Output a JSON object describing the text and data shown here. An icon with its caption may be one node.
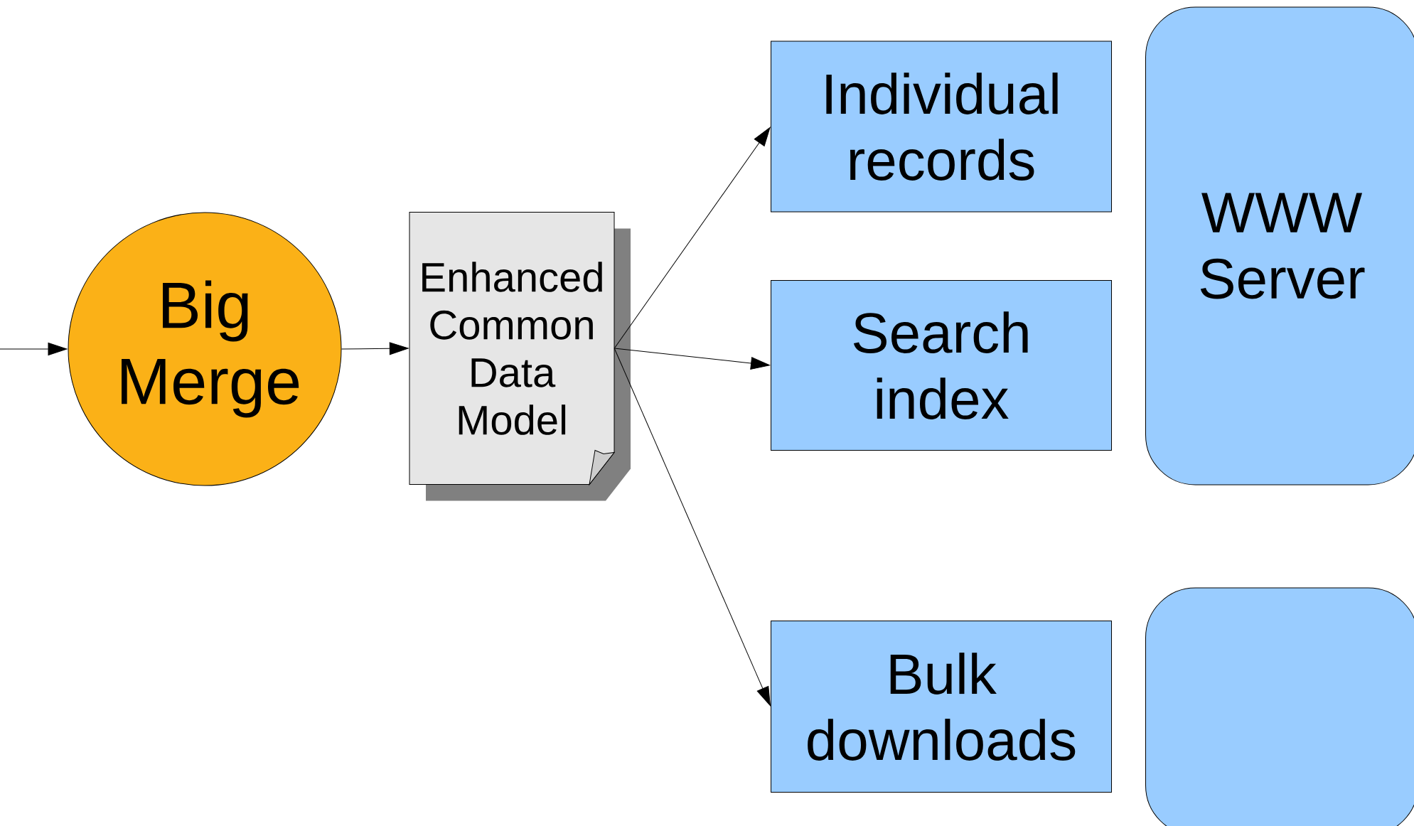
{
  "diagram": {
    "nodes": [
      {
        "text": [
          "Big Merge"
        ]
      },
      {
        "text": [
          "Enhanced Common Data Model"
        ]
      },
      {
        "text": [
          "Individual records"
        ]
      },
      {
        "text": [
          "Search index"
        ]
      },
      {
        "text": [
          "Bulk downloads"
        ]
      },
      {
        "text": [
          "WWW Server"
        ]
      },
      {
        "text": [],
        "shape": "box"
      }
    ],
    "edges": [
      {
        "from": null,
        "to": 0,
        "arrow": "to"
      },
      {
        "from": 0,
        "to": 1,
        "arrow": "to"
      },
      {
        "from": 1,
        "to": 2,
        "arrow": "to"
      },
      {
        "from": 1,
        "to": 3,
        "arrow": "to"
      },
      {
        "from": 1,
        "to": 4,
        "arrow": "to"
      }
    ]
  }
}
